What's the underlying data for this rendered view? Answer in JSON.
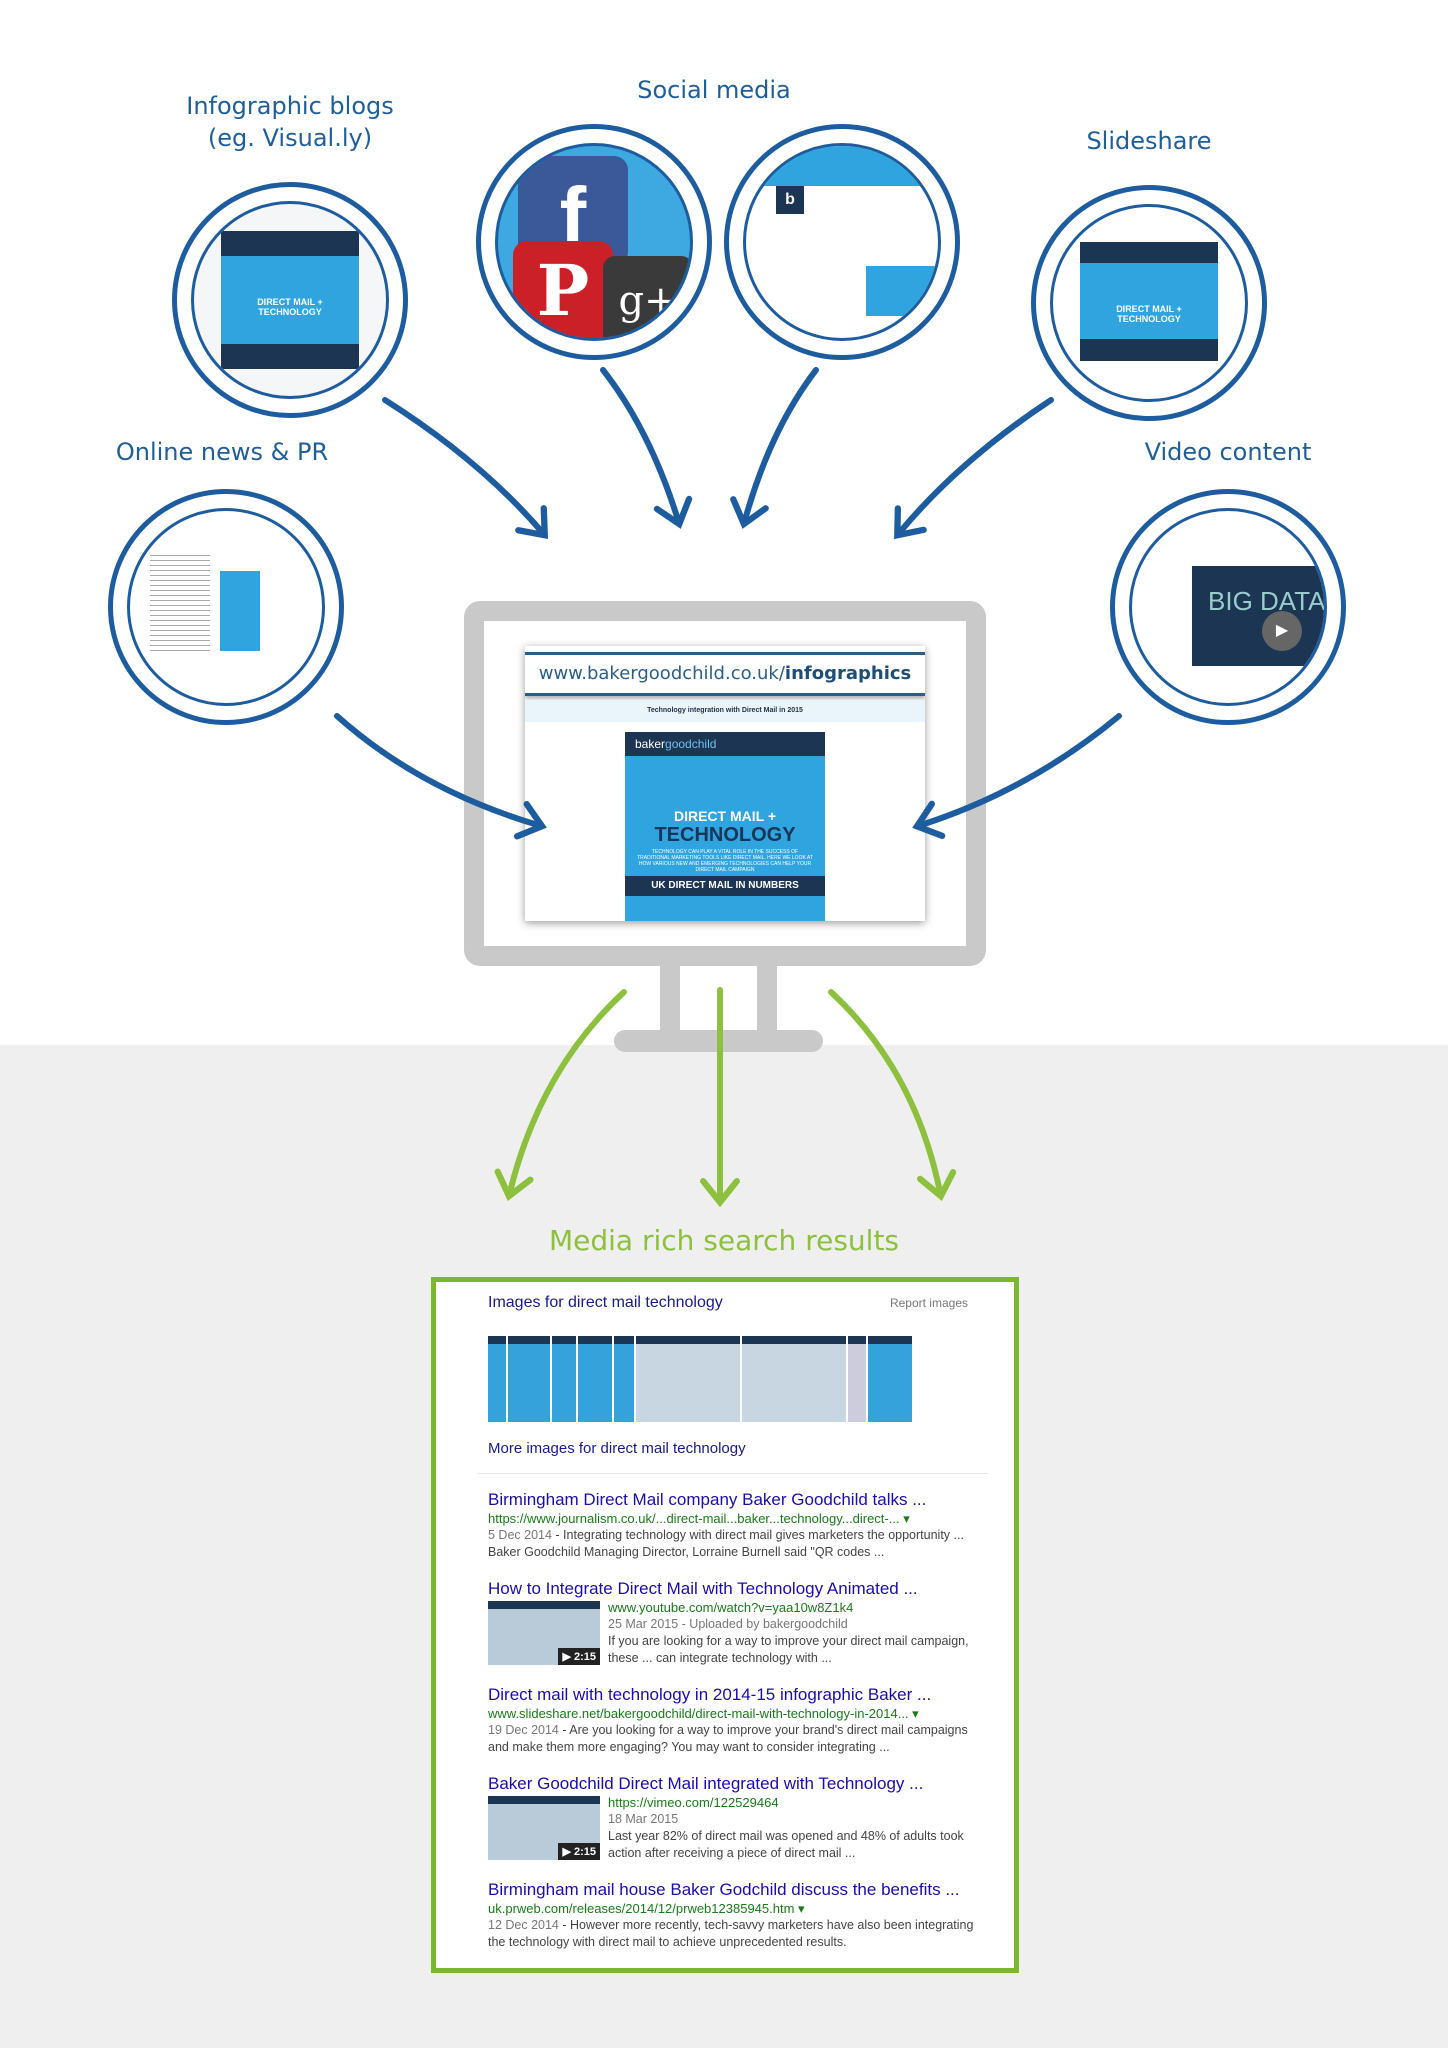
{
  "sources": {
    "infographic_blogs": {
      "label_line1": "Infographic blogs",
      "label_line2": "(eg. Visual.ly)"
    },
    "social_media": {
      "label": "Social media"
    },
    "slideshare": {
      "label": "Slideshare"
    },
    "online_news": {
      "label": "Online news & PR"
    },
    "video": {
      "label": "Video content",
      "overlay": "BIG DATA"
    }
  },
  "monitor": {
    "url_plain": "www.bakergoodchild.co.uk/",
    "url_bold": "infographics",
    "page_title": "Technology integration with Direct Mail in 2015",
    "infographic": {
      "brand_a": "baker",
      "brand_b": "goodchild",
      "heading1": "DIRECT MAIL +",
      "heading2": "TECHNOLOGY",
      "body": "TECHNOLOGY CAN PLAY A VITAL ROLE IN THE SUCCESS OF TRADITIONAL MARKETING TOOLS LIKE DIRECT MAIL. HERE WE LOOK AT HOW VARIOUS NEW AND EMERGING TECHNOLOGIES CAN HELP YOUR DIRECT MAIL CAMPAIGN",
      "numbers": "UK DIRECT MAIL IN NUMBERS"
    }
  },
  "results_title": "Media rich search results",
  "serp": {
    "images_heading": "Images for direct mail technology",
    "report_images": "Report images",
    "more_images": "More images for direct mail technology",
    "results": [
      {
        "title": "Birmingham Direct Mail company Baker Goodchild talks ...",
        "url": "https://www.journalism.co.uk/...direct-mail...baker...technology...direct-... ▾",
        "date": "5 Dec 2014",
        "snippet1": " - Integrating technology with direct mail gives marketers the opportunity ...",
        "snippet2": "Baker Goodchild Managing Director, Lorraine Burnell said \"QR codes ..."
      },
      {
        "title": "How to Integrate Direct Mail with Technology Animated ...",
        "url": "www.youtube.com/watch?v=yaa10w8Z1k4",
        "date": "25 Mar 2015 - Uploaded by bakergoodchild",
        "snippet1": "If you are looking for a way to improve your direct mail campaign,",
        "snippet2": "these ... can integrate technology with ...",
        "duration": "▶ 2:15"
      },
      {
        "title": "Direct mail with technology in 2014-15 infographic Baker ...",
        "url": "www.slideshare.net/bakergoodchild/direct-mail-with-technology-in-2014... ▾",
        "date": "19 Dec 2014",
        "snippet1": " - Are you looking for a way to improve your brand's direct mail campaigns",
        "snippet2": "and make them more engaging? You may want to consider integrating ..."
      },
      {
        "title": "Baker Goodchild Direct Mail integrated with Technology ...",
        "url": "https://vimeo.com/122529464",
        "date": "18 Mar 2015",
        "snippet1": "Last year 82% of direct mail was opened and 48% of adults took",
        "snippet2": "action after receiving a piece of direct mail ...",
        "duration": "▶ 2:15"
      },
      {
        "title": "Birmingham mail house Baker Godchild discuss the benefits ...",
        "url": "uk.prweb.com/releases/2014/12/prweb12385945.htm ▾",
        "date": "12 Dec 2014",
        "snippet1": " - However more recently, tech-savvy marketers have also been integrating",
        "snippet2": "the technology with direct mail to achieve unprecedented results."
      }
    ]
  },
  "colors": {
    "blue": "#1d5c9e",
    "green": "#8dc03f",
    "monitor": "#c9c9c9"
  }
}
